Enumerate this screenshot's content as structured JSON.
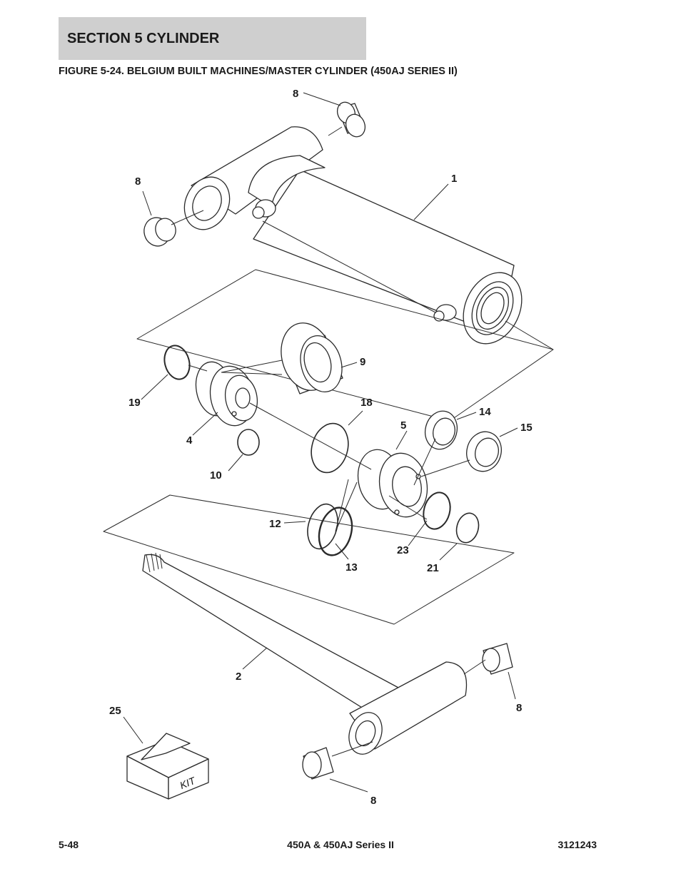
{
  "section_header": "SECTION 5   CYLINDER",
  "figure_title": "FIGURE 5-24. BELGIUM BUILT MACHINES/MASTER CYLINDER (450AJ SERIES II)",
  "callouts": {
    "c8_top": "8",
    "c8_left": "8",
    "c1": "1",
    "c9": "9",
    "c19": "19",
    "c18": "18",
    "c5": "5",
    "c14": "14",
    "c15": "15",
    "c4": "4",
    "c10": "10",
    "c12": "12",
    "c23": "23",
    "c13": "13",
    "c21": "21",
    "c2": "2",
    "c25": "25",
    "c8_right": "8",
    "c8_bottom": "8"
  },
  "kit_label": "KIT",
  "footer": {
    "page": "5-48",
    "model": "450A & 450AJ Series II",
    "doc_number": "3121243"
  }
}
